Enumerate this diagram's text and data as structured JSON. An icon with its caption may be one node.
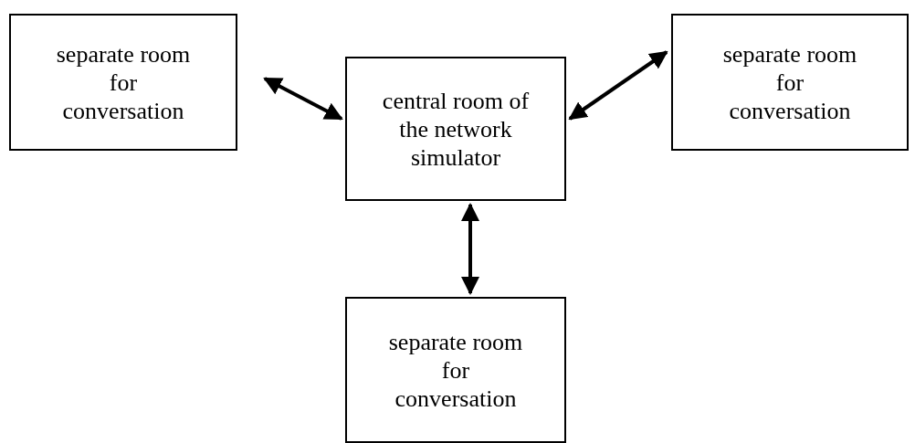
{
  "diagram": {
    "nodes": [
      {
        "text": [
          "separate room for conversation"
        ]
      },
      {
        "text": [
          "central room of the network simulator"
        ]
      },
      {
        "text": [
          "separate room for conversation"
        ]
      },
      {
        "text": [
          "separate room for conversation"
        ]
      }
    ],
    "edges": [
      {
        "from": 0,
        "to": 1,
        "arrow": "both"
      },
      {
        "from": 1,
        "to": 2,
        "arrow": "both"
      },
      {
        "from": 1,
        "to": 3,
        "arrow": "both"
      }
    ]
  }
}
